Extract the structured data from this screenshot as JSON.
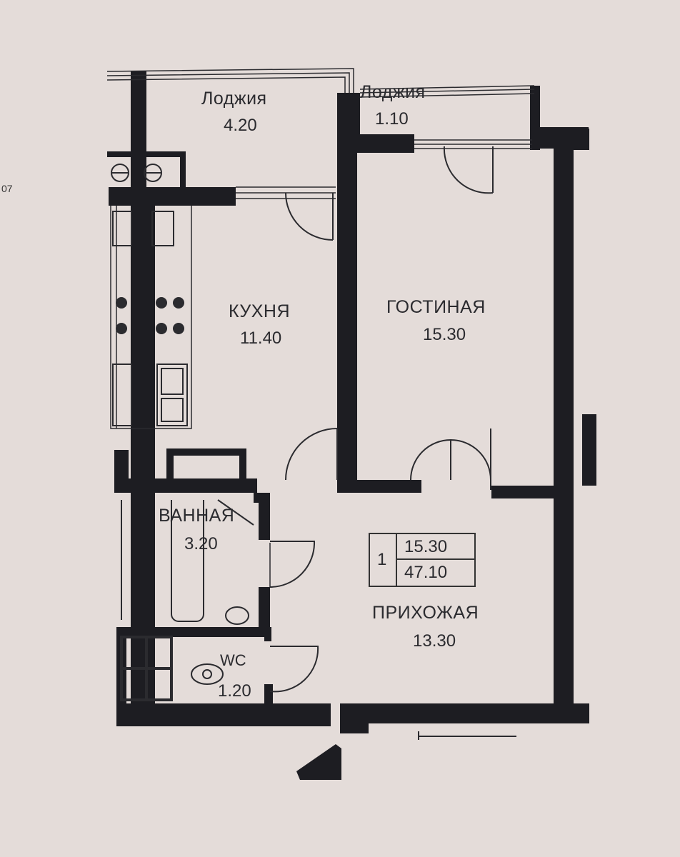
{
  "edge_fragment": "07",
  "rooms": {
    "loggia_left": {
      "name": "Лоджия",
      "area": "4.20"
    },
    "loggia_right": {
      "name": "Лоджия",
      "area": "1.10"
    },
    "kitchen": {
      "name": "КУХНЯ",
      "area": "11.40"
    },
    "living": {
      "name": "ГОСТИНАЯ",
      "area": "15.30"
    },
    "bath": {
      "name": "ВАННАЯ",
      "area": "3.20"
    },
    "wc": {
      "name": "WC",
      "area": "1.20"
    },
    "hall": {
      "name": "ПРИХОЖАЯ",
      "area": "13.30"
    }
  },
  "summary": {
    "room_count": "1",
    "living_area": "15.30",
    "total_area": "47.10"
  },
  "colors": {
    "paper": "#e4dcd9",
    "wall": "#1d1d22",
    "line": "#2b2b2f"
  }
}
